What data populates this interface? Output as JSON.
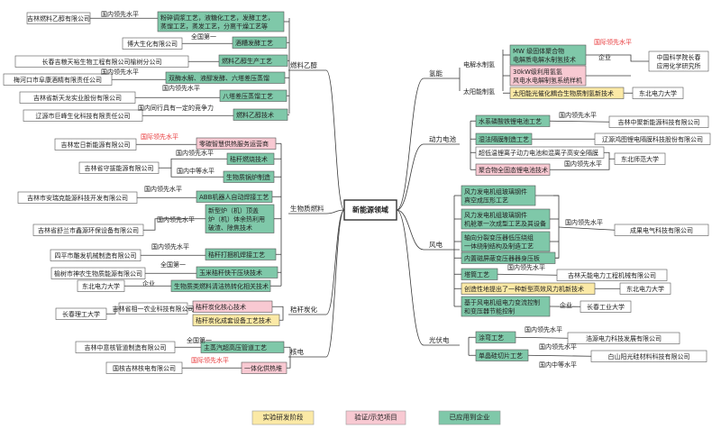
{
  "central": "新能源领域",
  "legend": [
    {
      "label": "实验研发阶段",
      "color": "#fbe9a6"
    },
    {
      "label": "验证/示范项目",
      "color": "#f8c9d2"
    },
    {
      "label": "已应用到企业",
      "color": "#7fc8a9"
    }
  ],
  "colors": {
    "green": "#7fc8a9",
    "pink": "#f8c9d2",
    "yellow": "#fbe9a6",
    "white": "#ffffff",
    "red_text": "#e8393b",
    "line": "#3a3a3a"
  },
  "categories": [
    {
      "id": "fuel_ethanol",
      "label": "燃料乙醇"
    },
    {
      "id": "biomass",
      "label": "生物质燃料"
    },
    {
      "id": "straw_carbon",
      "label": "秸秆炭化"
    },
    {
      "id": "nuclear",
      "label": "核电"
    },
    {
      "id": "hydrogen",
      "label": "氢能"
    },
    {
      "id": "battery",
      "label": "动力电池"
    },
    {
      "id": "wind",
      "label": "风电"
    },
    {
      "id": "solar",
      "label": "光伏电"
    }
  ],
  "techs": [
    {
      "id": "t1",
      "lines": [
        "粉碎调浆工艺，液糖化工艺，发酵工艺，",
        "蒸馏工艺，蒸发工艺，分离干燥工艺等"
      ],
      "color": "green"
    },
    {
      "id": "t2",
      "lines": [
        "酒糟发酵工艺"
      ],
      "color": "green"
    },
    {
      "id": "t3",
      "lines": [
        "燃料乙醇生产工艺"
      ],
      "color": "green"
    },
    {
      "id": "t4",
      "lines": [
        "双酶水解、液醪发酵、六塔差压蒸馏"
      ],
      "color": "green"
    },
    {
      "id": "t5",
      "lines": [
        "八塔差压蒸馏工艺"
      ],
      "color": "green"
    },
    {
      "id": "t6",
      "lines": [
        "燃料乙醇技术"
      ],
      "color": "green"
    },
    {
      "id": "t7",
      "lines": [
        "零碳智慧供热服务运营商"
      ],
      "color": "pink"
    },
    {
      "id": "t8",
      "lines": [
        "秸秆燃烧技术"
      ],
      "color": "green"
    },
    {
      "id": "t9",
      "lines": [
        "生物质锅炉制造"
      ],
      "color": "green"
    },
    {
      "id": "t10",
      "lines": [
        "ABB机器人自动焊接工艺"
      ],
      "color": "green"
    },
    {
      "id": "t11",
      "lines": [
        "新型炉（机）顶盖",
        "炉（机）体余热利用",
        "破渣、除焦技术"
      ],
      "color": "green"
    },
    {
      "id": "t12",
      "lines": [
        "秸秆打捆机焊接工艺"
      ],
      "color": "green"
    },
    {
      "id": "t13",
      "lines": [
        "玉米秸秆快干压块技术"
      ],
      "color": "green"
    },
    {
      "id": "t14",
      "lines": [
        "生物质类燃料清洁热转化相关技术"
      ],
      "color": "green"
    },
    {
      "id": "t15",
      "lines": [
        "秸秆炭化核心技术"
      ],
      "color": "pink"
    },
    {
      "id": "t16",
      "lines": [
        "秸秆炭化成套设备工艺技术"
      ],
      "color": "yellow"
    },
    {
      "id": "t17",
      "lines": [
        "主蒸汽超高压管道工艺"
      ],
      "color": "green"
    },
    {
      "id": "t18",
      "lines": [
        "一体化供热堆"
      ],
      "color": "pink"
    },
    {
      "id": "h1",
      "lines": [
        "MW 级固体聚合物",
        "电解质电解水制氢技术"
      ],
      "color": "green"
    },
    {
      "id": "h2",
      "lines": [
        "30kW级利用氢氢",
        "风电水电解制氢系统样机"
      ],
      "color": "pink"
    },
    {
      "id": "h3",
      "lines": [
        "太阳能光催化耦合生物质制氢新技术"
      ],
      "color": "yellow"
    },
    {
      "id": "b1",
      "lines": [
        "水系磷酸铁锂电池工艺"
      ],
      "color": "green"
    },
    {
      "id": "b2",
      "lines": [
        "湿法隔膜制造工艺"
      ],
      "color": "green"
    },
    {
      "id": "b3",
      "lines": [
        "超低温锂离子动力电池和混离子高安全隔膜"
      ],
      "color": "white"
    },
    {
      "id": "b4",
      "lines": [
        "聚合物全固态锂电池技术"
      ],
      "color": "pink"
    },
    {
      "id": "w1",
      "lines": [
        "风力发电机组玻璃钢件",
        "真空成压形工艺"
      ],
      "color": "green"
    },
    {
      "id": "w2",
      "lines": [
        "风力发电机组玻璃钢件",
        "机舱罩一次成型工艺及其设备"
      ],
      "color": "green"
    },
    {
      "id": "w3",
      "lines": [
        "轴向分裂变压器低压绕组",
        "一体绕制结构及制造工艺"
      ],
      "color": "green"
    },
    {
      "id": "w4",
      "lines": [
        "内置磁屏蔽变压器器身压板"
      ],
      "color": "green"
    },
    {
      "id": "w5",
      "lines": [
        "塔筒工艺"
      ],
      "color": "green"
    },
    {
      "id": "w6",
      "lines": [
        "创造性地提出了一种新型高效风力机新技术"
      ],
      "color": "yellow"
    },
    {
      "id": "w7",
      "lines": [
        "基于风电机组电力变流控制",
        "和变压器节能控制"
      ],
      "color": "green"
    },
    {
      "id": "s1",
      "lines": [
        "涂弯工艺"
      ],
      "color": "green"
    },
    {
      "id": "s2",
      "lines": [
        "单晶硅切片工艺"
      ],
      "color": "green"
    }
  ],
  "companies": [
    {
      "id": "c1",
      "label": "吉林燃料乙醇有限公司"
    },
    {
      "id": "c2",
      "label": "博大生化有限公司"
    },
    {
      "id": "c3",
      "label": "长春吉粮天裕生物工程有限公司榆树分公司"
    },
    {
      "id": "c4",
      "label": "梅河口市阜康酒精有限责任公司"
    },
    {
      "id": "c5",
      "label": "吉林省新天龙实业股份有限公司"
    },
    {
      "id": "c6",
      "label": "辽源市巨峰生化科技有限责任公司"
    },
    {
      "id": "c7",
      "label": "吉林宏日新能源有限公司"
    },
    {
      "id": "c8",
      "label": "吉林省守拔能源有限公司"
    },
    {
      "id": "c9",
      "label": "吉林市安瑞克能源科技开发有限公司"
    },
    {
      "id": "c10",
      "label": "吉林省舒兰市鑫源环保设备有限公司"
    },
    {
      "id": "c11",
      "label": "四平市雕发机械制造有限公司"
    },
    {
      "id": "c12",
      "label": "榆树市神农生物质能源有限公司"
    },
    {
      "id": "c13",
      "label": "东北电力大学"
    },
    {
      "id": "c14",
      "label": "长春理工大学"
    },
    {
      "id": "c15",
      "label": "吉林省相一农业科技有限公司"
    },
    {
      "id": "c16",
      "label": "吉林中意核管道制造有限公司"
    },
    {
      "id": "c17",
      "label": "国核吉林核电有限公司"
    },
    {
      "id": "c18",
      "label": "中国科学院长春",
      "label2": "应用化学研究所"
    },
    {
      "id": "c19",
      "label": "东北电力大学"
    },
    {
      "id": "c20",
      "label": "吉林中聚新能源科技有限公司"
    },
    {
      "id": "c21",
      "label": "辽源鸿图锂电隔膜科技股份有限公司"
    },
    {
      "id": "c22",
      "label": "东北师范大学"
    },
    {
      "id": "c23",
      "label": "成果电气科技有限公司"
    },
    {
      "id": "c24",
      "label": "吉林天能电力工程机械有限公司"
    },
    {
      "id": "c25",
      "label": "东北电力大学"
    },
    {
      "id": "c26",
      "label": "长春工业大学"
    },
    {
      "id": "c27",
      "label": "浩源电力科技发展有限公司"
    },
    {
      "id": "c28",
      "label": "白山阳光硅材料科技有限公司"
    }
  ],
  "levels": [
    {
      "id": "l1",
      "label": "国内领先水平",
      "red": false
    },
    {
      "id": "l2",
      "label": "全国第一",
      "red": false
    },
    {
      "id": "l3",
      "label": "国内领先水平",
      "red": false
    },
    {
      "id": "l4",
      "label": "国内领先水平",
      "red": false
    },
    {
      "id": "l5",
      "label": "国内同行具有一定的竞争力",
      "red": false
    },
    {
      "id": "l6",
      "label": "国际领先水平",
      "red": true
    },
    {
      "id": "l7",
      "label": "国内领先水平",
      "red": false
    },
    {
      "id": "l8",
      "label": "国内中等水平",
      "red": false
    },
    {
      "id": "l9",
      "label": "国内领先水平",
      "red": false
    },
    {
      "id": "l10",
      "label": "国内领先水平",
      "red": false
    },
    {
      "id": "l11",
      "label": "国内领先水平",
      "red": false
    },
    {
      "id": "l12",
      "label": "全国第一",
      "red": false
    },
    {
      "id": "l13",
      "label": "企业",
      "red": false
    },
    {
      "id": "l14",
      "label": "国际领先水平",
      "red": true
    },
    {
      "id": "l15",
      "label": "全国第一",
      "red": false
    },
    {
      "id": "l16",
      "label": "国际领先水平",
      "red": true
    },
    {
      "id": "l17",
      "label": "国际领先水平",
      "red": true
    },
    {
      "id": "l18",
      "label": "企业",
      "red": false
    },
    {
      "id": "l19",
      "label": "国内领先水平",
      "red": false
    },
    {
      "id": "l20",
      "label": "国内领先水平",
      "red": false
    },
    {
      "id": "l21",
      "label": "国内领先水平",
      "red": false
    },
    {
      "id": "l22",
      "label": "国内领先水平",
      "red": false
    },
    {
      "id": "l23",
      "label": "国内领先水平",
      "red": false
    },
    {
      "id": "l24",
      "label": "企业",
      "red": false
    },
    {
      "id": "l25",
      "label": "国内领先水平",
      "red": false
    },
    {
      "id": "l26",
      "label": "国内中等水平",
      "red": false
    }
  ]
}
